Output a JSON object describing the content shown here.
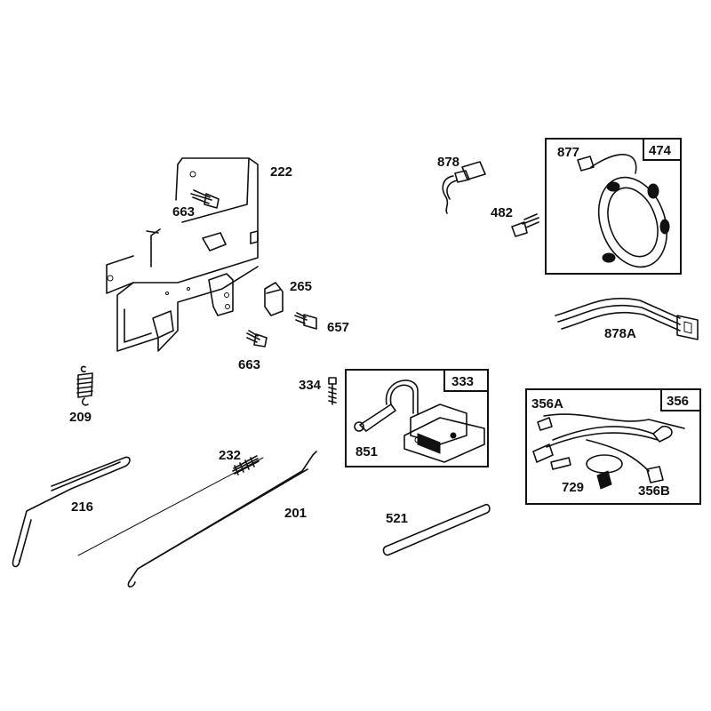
{
  "labels": {
    "p222": "222",
    "p663a": "663",
    "p265": "265",
    "p657": "657",
    "p663b": "663",
    "p209": "209",
    "p232": "232",
    "p216": "216",
    "p201": "201",
    "p521": "521",
    "p334": "334",
    "p333": "333",
    "p851": "851",
    "p878": "878",
    "p482": "482",
    "p877": "877",
    "p474": "474",
    "p878A": "878A",
    "p356A": "356A",
    "p356": "356",
    "p729": "729",
    "p356B": "356B"
  }
}
